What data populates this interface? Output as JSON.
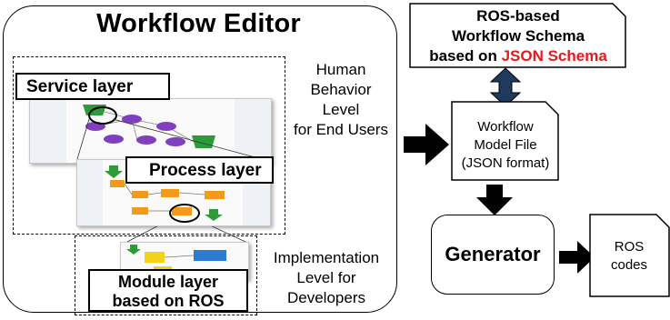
{
  "editor": {
    "title": "Workflow Editor",
    "service_layer": "Service layer",
    "process_layer": "Process layer",
    "module_layer_line1": "Module layer",
    "module_layer_line2": "based on ROS",
    "human_level": [
      "Human",
      "Behavior",
      "Level",
      "for End Users"
    ],
    "impl_level": [
      "Implementation",
      "Level for",
      "Developers"
    ]
  },
  "schema": {
    "line1": "ROS-based",
    "line2": "Workflow Schema",
    "line3_prefix": "based on ",
    "line3_highlight": "JSON Schema"
  },
  "model_file": [
    "Workflow",
    "Model File",
    "(JSON format)"
  ],
  "generator": "Generator",
  "ros_codes": [
    "ROS",
    "codes"
  ],
  "colors": {
    "service_node": "#7f3fbf",
    "service_node_green": "#2e9b3a",
    "process_node": "#f39a1b",
    "module_node_blue": "#2a7ad6",
    "module_node_yellow": "#f3d21b",
    "arrow": "#000000",
    "double_arrow": "#1f3a5f",
    "highlight_text": "#e41b1b"
  },
  "icons": [
    "right-arrow-icon",
    "down-arrow-icon",
    "double-arrow-icon"
  ]
}
